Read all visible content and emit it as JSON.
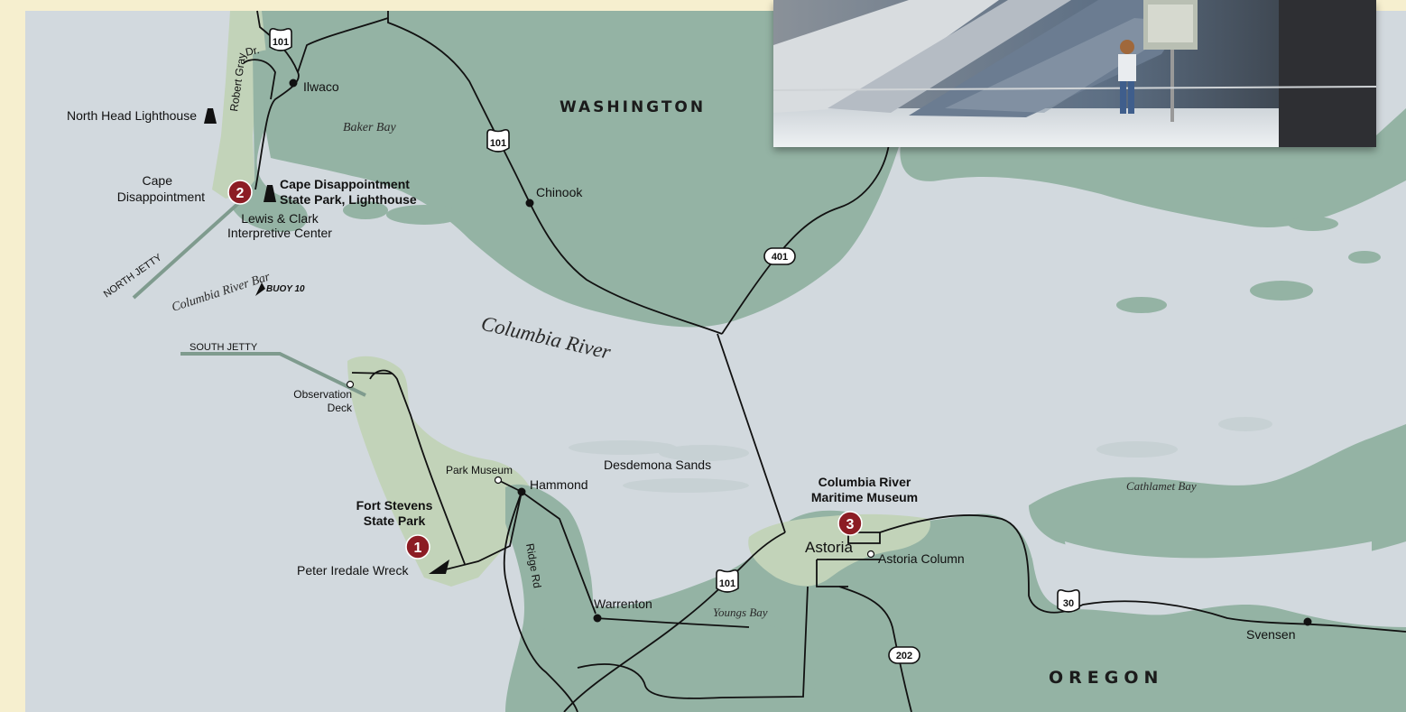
{
  "colors": {
    "border": "#f6efcf",
    "water": "#d2d9de",
    "land": "#94b3a4",
    "park_land": "#c2d3b9",
    "road": "#111111",
    "marker": "#8c1c24",
    "jetty": "#7f9b8e"
  },
  "states": {
    "washington": "WASHINGTON",
    "oregon": "OREGON"
  },
  "water_labels": {
    "columbia_river": "Columbia River",
    "baker_bay": "Baker Bay",
    "columbia_river_bar": "Columbia River Bar",
    "youngs_bay": "Youngs Bay",
    "cathlamet_bay": "Cathlamet Bay"
  },
  "places": {
    "ilwaco": "Ilwaco",
    "chinook": "Chinook",
    "hammond": "Hammond",
    "warrenton": "Warrenton",
    "astoria": "Astoria",
    "svensen": "Svensen",
    "desdemona_sands": "Desdemona Sands",
    "cape_disappointment_1": "Cape",
    "cape_disappointment_2": "Disappointment",
    "observation_deck_1": "Observation",
    "observation_deck_2": "Deck",
    "park_museum": "Park Museum",
    "astoria_column": "Astoria Column",
    "north_head_lighthouse": "North Head Lighthouse",
    "lewis_clark_1": "Lewis & Clark",
    "lewis_clark_2": "Interpretive Center",
    "peter_iredale_wreck": "Peter Iredale Wreck",
    "buoy_10": "BUOY 10"
  },
  "features": {
    "north_jetty": "NORTH JETTY",
    "south_jetty": "SOUTH JETTY",
    "robert_gray_dr_1": "Robert Gray",
    "robert_gray_dr_2": "Dr.",
    "ridge_rd": "Ridge Rd"
  },
  "highways": {
    "us101_north": "101",
    "us101_mid": "101",
    "us101_south": "101",
    "wa401": "401",
    "us30": "30",
    "or202": "202"
  },
  "sites": [
    {
      "number": "1",
      "name_line1": "Fort Stevens",
      "name_line2": "State Park"
    },
    {
      "number": "2",
      "name_line1": "Cape Disappointment",
      "name_line2": "State Park, Lighthouse"
    },
    {
      "number": "3",
      "name_line1": "Columbia River",
      "name_line2": "Maritime Museum"
    }
  ]
}
